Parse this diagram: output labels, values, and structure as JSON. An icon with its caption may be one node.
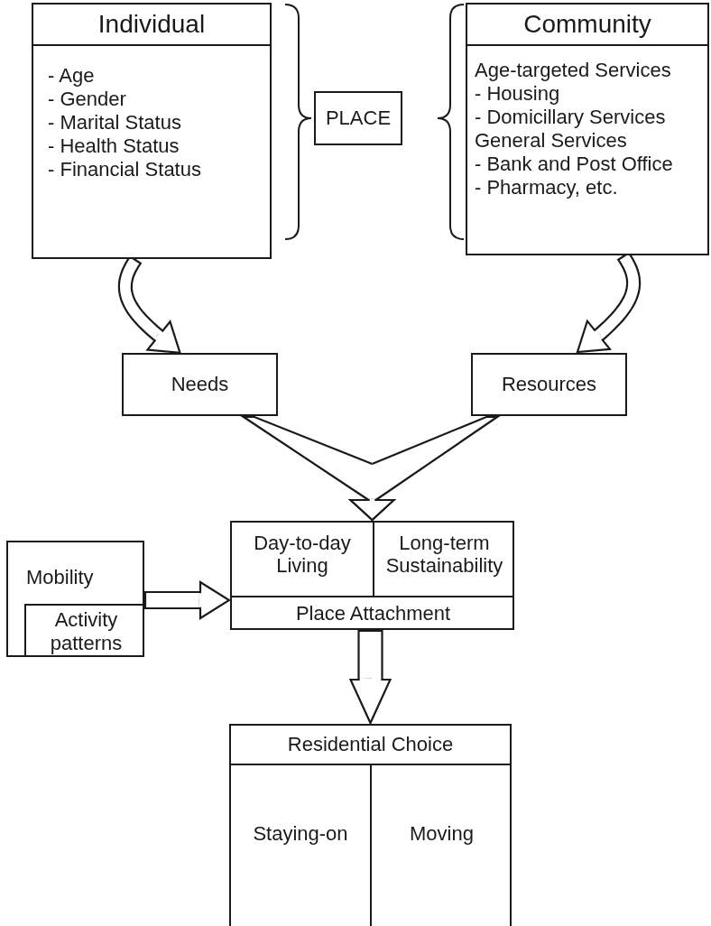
{
  "diagram": {
    "nodes": [
      {
        "text": [
          "Individual",
          "- Age",
          "- Gender",
          "- Marital Status",
          "- Health Status",
          "- Financial Status"
        ]
      },
      {
        "text": [
          "PLACE"
        ]
      },
      {
        "text": [
          "Community",
          "Age-targeted Services",
          "- Housing",
          "- Domicillary Services",
          "General Services",
          "- Bank and Post Office",
          "- Pharmacy, etc."
        ]
      },
      {
        "text": [
          "Needs"
        ]
      },
      {
        "text": [
          "Resources"
        ]
      },
      {
        "text": [
          "Mobility"
        ]
      },
      {
        "text": [
          "Activity patterns"
        ],
        "in": 5
      },
      {
        "text": [],
        "shape": "box"
      },
      {
        "text": [
          "Day-to-day Living"
        ],
        "in": 7
      },
      {
        "text": [
          "Long-term Sustainability"
        ],
        "in": 7
      },
      {
        "text": [
          "Place Attachment"
        ],
        "in": 7
      },
      {
        "text": [
          "Residential Choice"
        ]
      },
      {
        "text": [
          "Staying-on"
        ],
        "in": 11
      },
      {
        "text": [
          "Moving"
        ],
        "in": 11
      }
    ],
    "edges": [
      {
        "from": 0,
        "to": 3,
        "arrow": "to"
      },
      {
        "from": 2,
        "to": 4,
        "arrow": "to"
      },
      {
        "from": 3,
        "to": 7,
        "arrow": "to"
      },
      {
        "from": 4,
        "to": 7,
        "arrow": "to"
      },
      {
        "from": 5,
        "to": 7,
        "arrow": "to"
      },
      {
        "from": 7,
        "to": 11,
        "arrow": "to"
      }
    ]
  }
}
